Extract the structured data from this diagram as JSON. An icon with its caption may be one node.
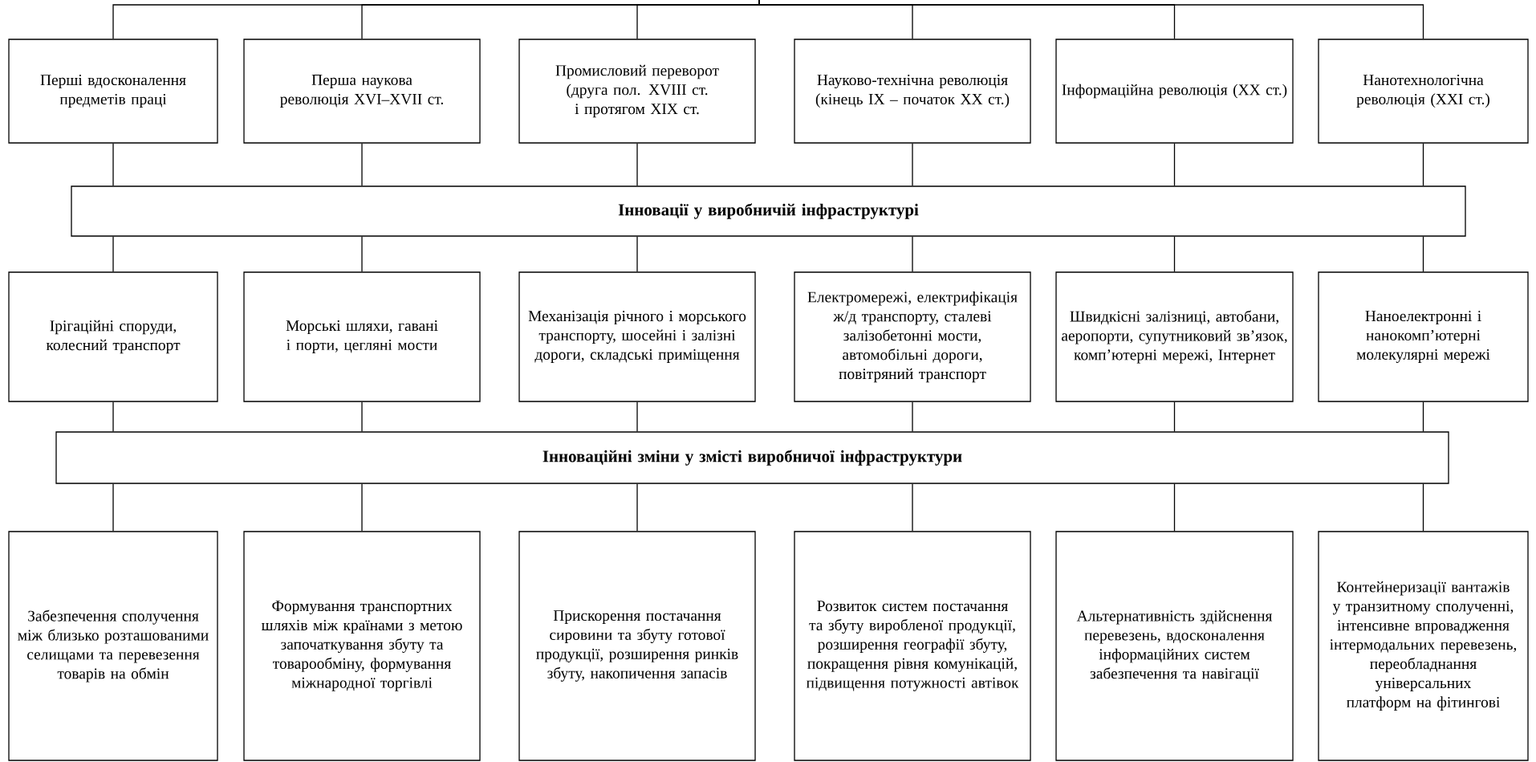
{
  "diagram": {
    "nodes": [
      {
        "text": [
          "Перші вдосконалення предметів праці"
        ]
      },
      {
        "text": [
          "Перша наукова революція XVI–XVII ст."
        ]
      },
      {
        "text": [
          "Промисловий переворот (друга пол. XVIII ст. і протягом XIX ст."
        ]
      },
      {
        "text": [
          "Науково-технічна революція (кінець IX – початок XX ст.)"
        ]
      },
      {
        "text": [
          "Інформаційна революція (XX ст.)"
        ]
      },
      {
        "text": [
          "Нанотехнологічна революція (XXI ст.)"
        ]
      },
      {
        "text": [
          "Інновації у виробничій інфраструктурі"
        ]
      },
      {
        "text": [
          "Ірігаційні споруди, колесний транспорт"
        ]
      },
      {
        "text": [
          "Морські шляхи, гавані і порти, цегляні мости"
        ]
      },
      {
        "text": [
          "Механізація річного і морського транспорту, шосейні і залізні дороги, складські приміщення"
        ]
      },
      {
        "text": [
          "Електромережі, електрифікація ж/д транспорту, сталеві залізобетонні мости, автомобільні дороги, повітряний транспорт"
        ]
      },
      {
        "text": [
          "Швидкісні залізниці, автобани, аеропорти, супутниковий зв’язок, комп’ютерні мережі, Інтернет"
        ]
      },
      {
        "text": [
          "Наноелектронні і нанокомп’ютерні молекулярні мережі"
        ]
      },
      {
        "text": [
          "Інноваційні зміни у змісті виробничої інфраструктури"
        ]
      },
      {
        "text": [
          "Забезпечення сполучення між близько розташованими селищами та перевезення товарів на обмін"
        ]
      },
      {
        "text": [
          "Формування транспортних шляхів між країнами з метою започаткування збуту та товарообміну, формування міжнародної торгівлі"
        ]
      },
      {
        "text": [
          "Прискорення постачання сировини та збуту готової продукції, розширення ринків збуту, накопичення запасів"
        ]
      },
      {
        "text": [
          "Розвиток систем постачання та збуту виробленої продукції, розширення географії збуту, покращення рівня комунікацій, підвищення потужності автівок"
        ]
      },
      {
        "text": [
          "Альтернативність здійснення перевезень, вдосконалення інформаційних систем забезпечення та навігації"
        ]
      },
      {
        "text": [
          "Контейнеризації вантажів у транзитному сполученні, інтенсивне впровадження інтермодальних перевезень, переобладнання універсальних платформ на фітингові"
        ]
      }
    ],
    "edges": [
      {
        "from": null,
        "to": 0,
        "arrow": "none"
      },
      {
        "from": null,
        "to": 1,
        "arrow": "none"
      },
      {
        "from": null,
        "to": 2,
        "arrow": "none"
      },
      {
        "from": null,
        "to": 3,
        "arrow": "none"
      },
      {
        "from": null,
        "to": 4,
        "arrow": "none"
      },
      {
        "from": null,
        "to": 5,
        "arrow": "none"
      },
      {
        "from": 0,
        "to": 6,
        "arrow": "none"
      },
      {
        "from": 1,
        "to": 6,
        "arrow": "none"
      },
      {
        "from": 2,
        "to": 6,
        "arrow": "none"
      },
      {
        "from": 3,
        "to": 6,
        "arrow": "none"
      },
      {
        "from": 4,
        "to": 6,
        "arrow": "none"
      },
      {
        "from": 5,
        "to": 6,
        "arrow": "none"
      },
      {
        "from": 6,
        "to": 7,
        "arrow": "none"
      },
      {
        "from": 6,
        "to": 8,
        "arrow": "none"
      },
      {
        "from": 6,
        "to": 9,
        "arrow": "none"
      },
      {
        "from": 6,
        "to": 10,
        "arrow": "none"
      },
      {
        "from": 6,
        "to": 11,
        "arrow": "none"
      },
      {
        "from": 6,
        "to": 12,
        "arrow": "none"
      },
      {
        "from": 7,
        "to": 13,
        "arrow": "none"
      },
      {
        "from": 8,
        "to": 13,
        "arrow": "none"
      },
      {
        "from": 9,
        "to": 13,
        "arrow": "none"
      },
      {
        "from": 10,
        "to": 13,
        "arrow": "none"
      },
      {
        "from": 11,
        "to": 13,
        "arrow": "none"
      },
      {
        "from": 12,
        "to": 13,
        "arrow": "none"
      },
      {
        "from": 13,
        "to": 14,
        "arrow": "none"
      },
      {
        "from": 13,
        "to": 15,
        "arrow": "none"
      },
      {
        "from": 13,
        "to": 16,
        "arrow": "none"
      },
      {
        "from": 13,
        "to": 17,
        "arrow": "none"
      },
      {
        "from": 13,
        "to": 18,
        "arrow": "none"
      },
      {
        "from": 13,
        "to": 19,
        "arrow": "none"
      }
    ]
  }
}
